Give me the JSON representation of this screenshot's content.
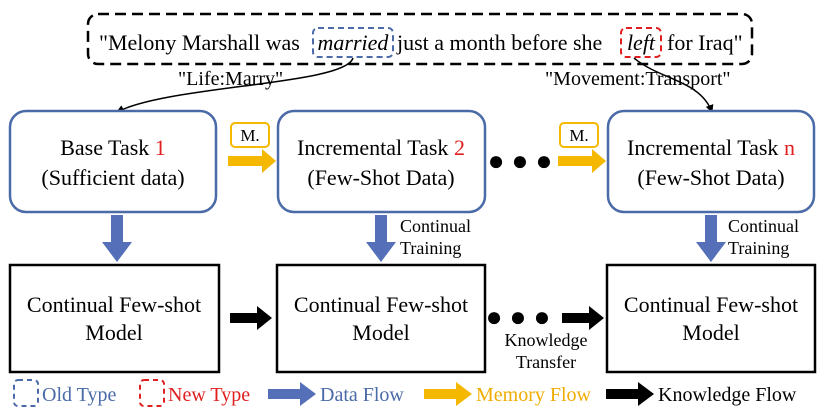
{
  "sentence": {
    "open_quote_text": "\"Melony Marshall was",
    "old_trigger": "married",
    "middle_text": "just a month before she",
    "new_trigger": "left",
    "end_text": "for Iraq\""
  },
  "labels": {
    "life_marry": "\"Life:Marry\"",
    "movement_transport": "\"Movement:Transport\""
  },
  "tasks": [
    {
      "title": "Base Task",
      "number": "1",
      "subtitle": "(Sufficient data)"
    },
    {
      "title": "Incremental Task",
      "number": "2",
      "subtitle": "(Few-Shot Data)"
    },
    {
      "title": "Incremental Task",
      "number": "n",
      "subtitle": "(Few-Shot Data)"
    }
  ],
  "memory_badge": "M.",
  "continual_training": {
    "line1": "Continual",
    "line2": "Training"
  },
  "models": [
    {
      "line1": "Continual Few-shot",
      "line2": "Model"
    },
    {
      "line1": "Continual Few-shot",
      "line2": "Model"
    },
    {
      "line1": "Continual Few-shot",
      "line2": "Model"
    }
  ],
  "knowledge_transfer": {
    "line1": "Knowledge",
    "line2": "Transfer"
  },
  "legend": {
    "old_type": "Old Type",
    "new_type": "New Type",
    "data_flow": "Data Flow",
    "memory_flow": "Memory Flow",
    "knowledge_flow": "Knowledge Flow"
  },
  "colors": {
    "blue_box": "#4a6aa8",
    "blue_arrow": "#5570b8",
    "red": "#e02020",
    "gold": "#f5b800",
    "gold_text": "#f0ac00",
    "blue_text": "#4a6aa8",
    "black": "#000000"
  }
}
